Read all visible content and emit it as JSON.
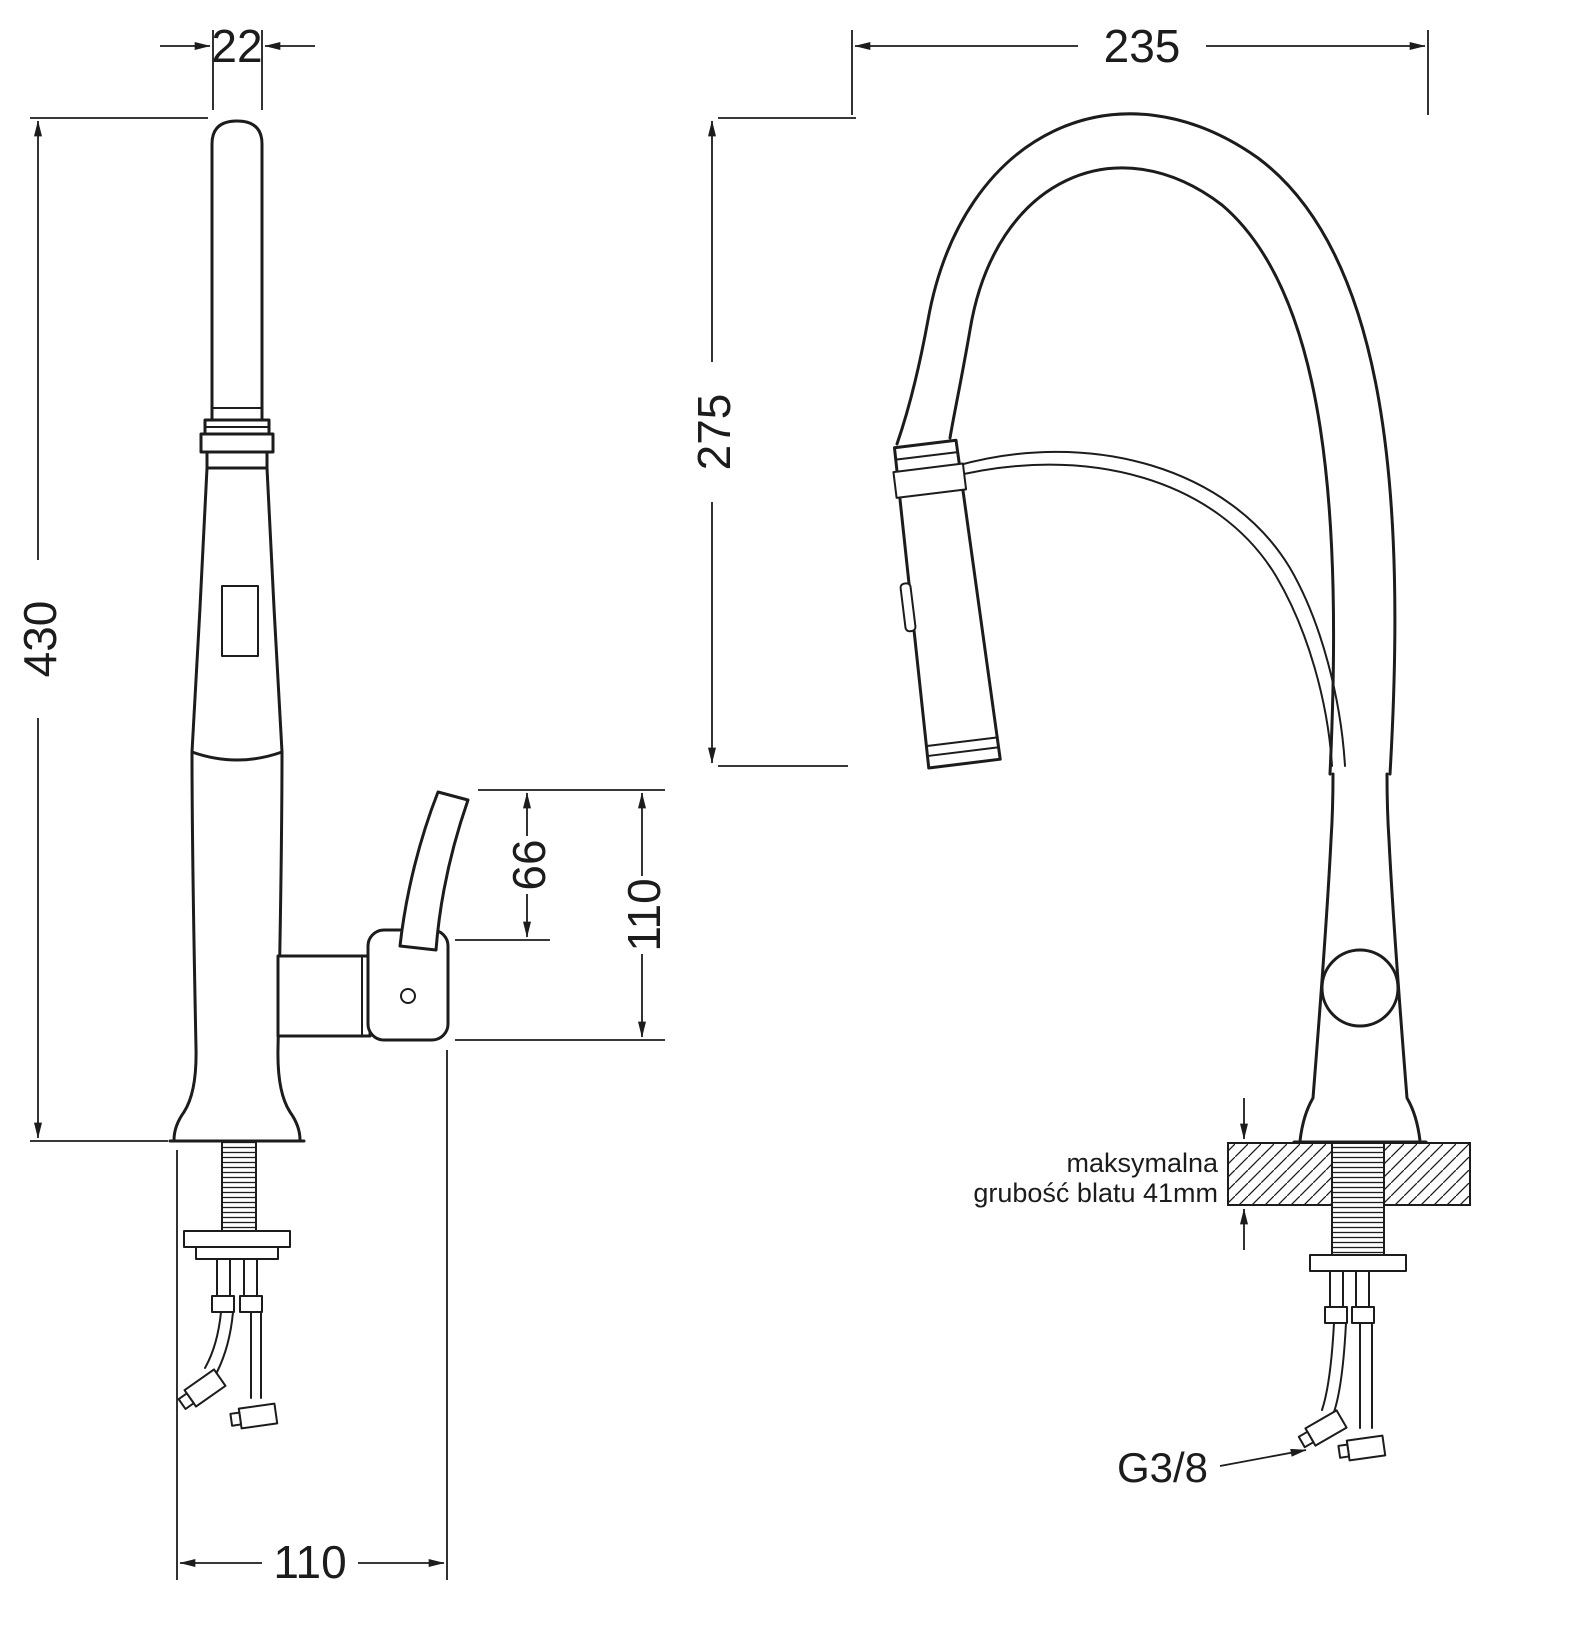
{
  "page": {
    "background": "#ffffff",
    "line_color": "#1c1c1c"
  },
  "drawing": {
    "type": "technical-diagram",
    "subject": "kitchen pull-down faucet, two orthographic views with dimensions (mm)",
    "side_view": {
      "dim_spout_width": "22",
      "dim_total_height": "430",
      "dim_handle_rise": "66",
      "dim_handle_height": "110",
      "dim_base_depth": "110"
    },
    "front_view": {
      "dim_reach": "235",
      "dim_spout_height": "275",
      "note_line1": "maksymalna",
      "note_line2": "grubość blatu 41mm",
      "thread_label": "G3/8"
    }
  }
}
